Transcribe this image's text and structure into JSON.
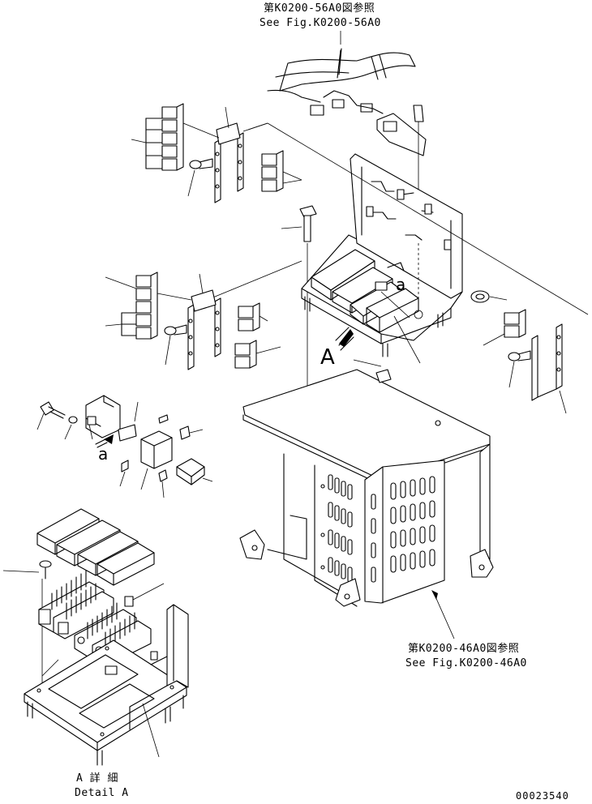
{
  "references": {
    "top_jp": "第K0200-56A0図参照",
    "top_en": "See Fig.K0200-56A0",
    "bottom_jp": "第K0200-46A0図参照",
    "bottom_en": "See Fig.K0200-46A0"
  },
  "view_labels": {
    "arrow_a": "A",
    "lower_a": "a",
    "small_a": "a"
  },
  "detail": {
    "jp": "A 詳 細",
    "en": "Detail A"
  },
  "drawing_number": "00023540"
}
